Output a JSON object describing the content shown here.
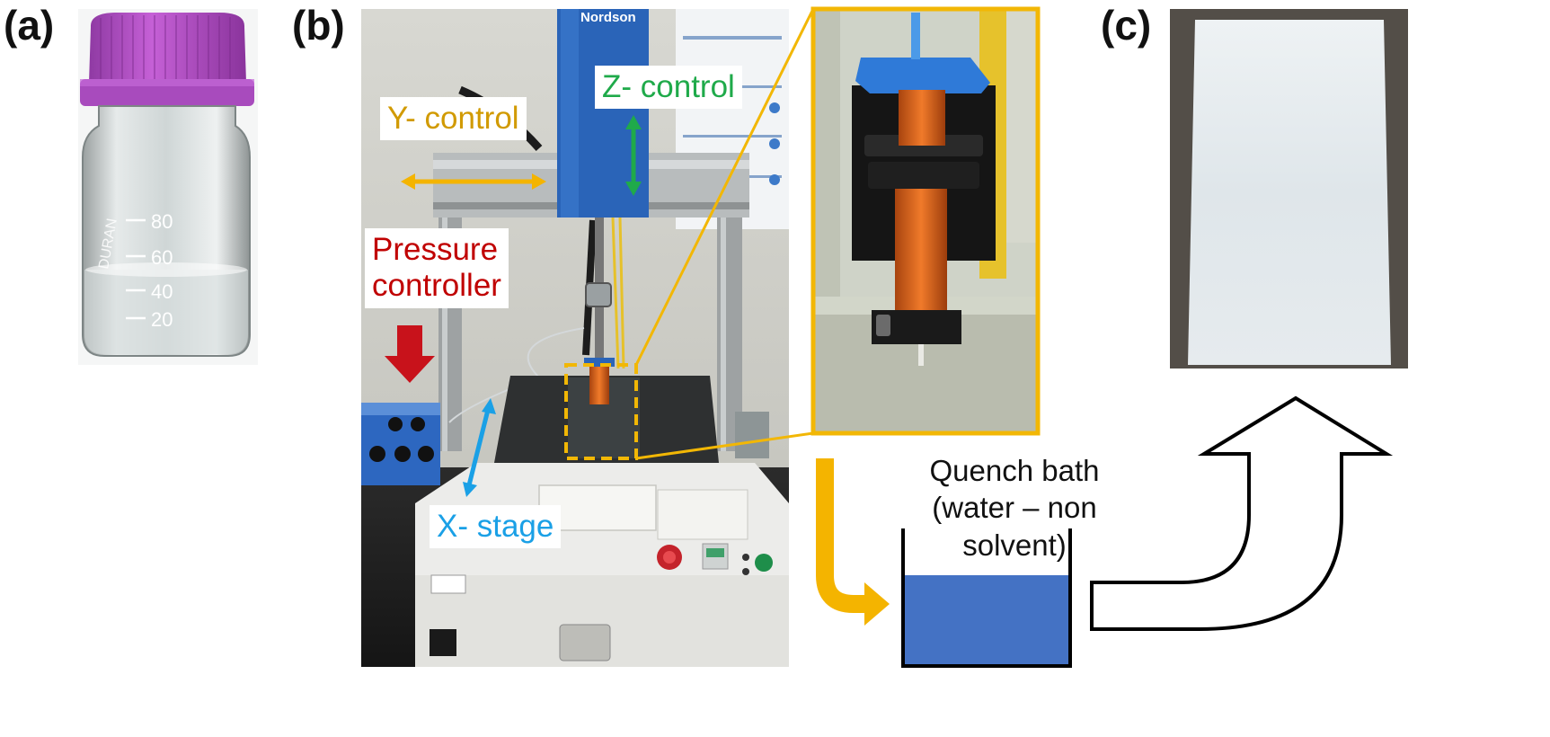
{
  "panels": {
    "a": {
      "label": "(a)"
    },
    "b": {
      "label": "(b)"
    },
    "c": {
      "label": "(c)"
    }
  },
  "bottle": {
    "graduations": [
      "80",
      "60",
      "40",
      "20"
    ],
    "brand_text": "DURAN",
    "cap_color": "#b24fc6"
  },
  "machine": {
    "brand": "Nordson"
  },
  "callouts": {
    "y_control": "Y- control",
    "z_control": "Z- control",
    "pressure_controller_line1": "Pressure",
    "pressure_controller_line2": "controller",
    "x_stage": "X- stage"
  },
  "quench": {
    "line1": "Quench bath",
    "line2": "(water – non solvent)"
  },
  "colors": {
    "y_control": "#d19a00",
    "z_control": "#1faa4a",
    "pressure": "#c00000",
    "x_stage": "#1aa0e6",
    "zoom_box": "#f2b705",
    "bath_water": "#4472c4",
    "membrane": "#e8edef"
  }
}
